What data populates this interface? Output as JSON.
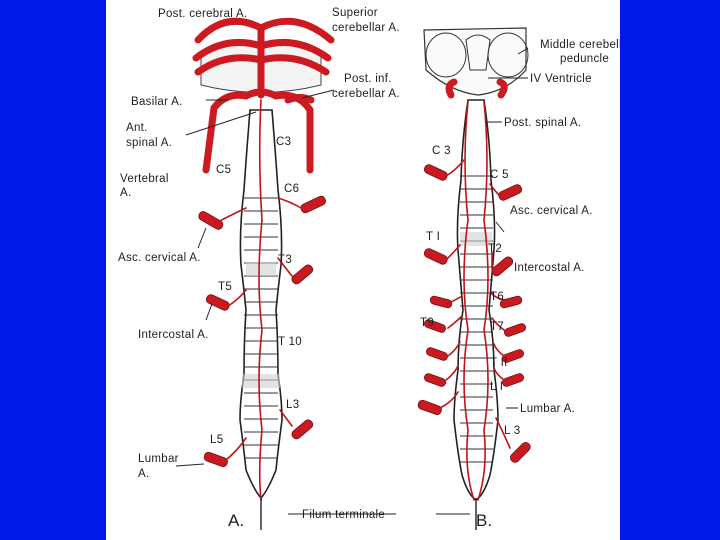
{
  "colors": {
    "background": "#0018e8",
    "panel": "#ffffff",
    "artery": "#c81a20",
    "ink": "#1e1e1e"
  },
  "figure_a": {
    "label": "A.",
    "labels": {
      "post_cerebral": "Post. cerebral A.",
      "superior_cerebellar_1": "Superior",
      "superior_cerebellar_2": "cerebellar A.",
      "post_inf_cerebellar_1": "Post. inf.",
      "post_inf_cerebellar_2": "cerebellar A.",
      "basilar": "Basilar A.",
      "ant_spinal_1": "Ant.",
      "ant_spinal_2": "spinal A.",
      "vertebral_1": "Vertebral",
      "vertebral_2": "A.",
      "asc_cervical": "Asc. cervical A.",
      "intercostal": "Intercostal A.",
      "lumbar_1": "Lumbar",
      "lumbar_2": "A.",
      "c3": "C3",
      "c5": "C5",
      "c6": "C6",
      "t3": "T3",
      "t5": "T5",
      "t10": "T 10",
      "l3": "L3",
      "l5": "L5"
    }
  },
  "figure_b": {
    "label": "B.",
    "labels": {
      "middle_cerebellar_1": "Middle cerebellar",
      "middle_cerebellar_2": "peduncle",
      "iv_ventricle": "IV Ventricle",
      "post_spinal": "Post. spinal A.",
      "asc_cervical": "Asc. cervical A.",
      "intercostal": "Intercostal A.",
      "lumbar": "Lumbar A.",
      "c3": "C 3",
      "c5": "C 5",
      "t1": "T I",
      "t2": "T2",
      "t6": "T6",
      "t7": "T7",
      "t9": "T9",
      "t11": "T II",
      "l1": "L I",
      "l3": "L 3"
    }
  },
  "filum_terminale": "Filum terminale"
}
